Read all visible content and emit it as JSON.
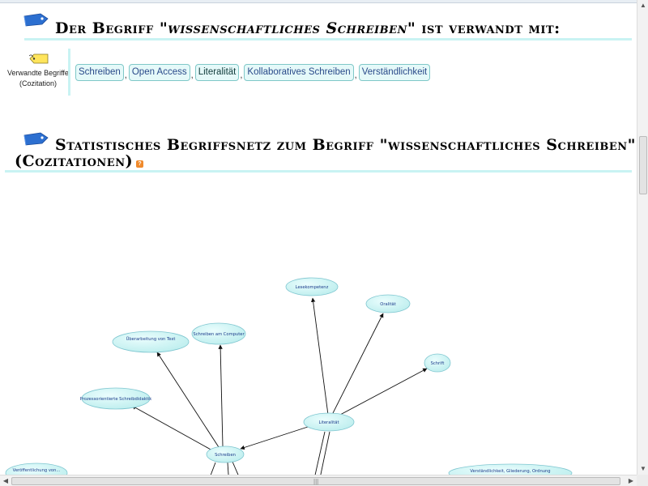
{
  "section1": {
    "heading": {
      "prefix": "Der Begriff ",
      "term": "\"wissenschaftliches Schreiben\"",
      "suffix": " ist verwandt mit:"
    },
    "related_label": "Verwandte Begriffe (Cozitation)",
    "related": [
      {
        "label": "Schreiben"
      },
      {
        "label": "Open Access"
      },
      {
        "label": "Literalität"
      },
      {
        "label": "Kollaboratives Schreiben"
      },
      {
        "label": "Verständlichkeit"
      }
    ],
    "separator": ","
  },
  "section2": {
    "heading_line1": "Statistisches Begriffsnetz zum Begriff \"wissenschaftliches Schreiben\"",
    "heading_line2": "(Cozitationen)",
    "help_icon_glyph": "?"
  },
  "graph": {
    "nodes": [
      {
        "id": "lesekompetenz",
        "label": "Lesekompetenz"
      },
      {
        "id": "oralitaet",
        "label": "Oralität"
      },
      {
        "id": "ueberarbeitung",
        "label": "Überarbeitung von Text"
      },
      {
        "id": "schreiben_am_computer",
        "label": "Schreiben am Computer"
      },
      {
        "id": "schrift",
        "label": "Schrift"
      },
      {
        "id": "prozessorientierte",
        "label": "Prozessorientierte Schreibdidaktik"
      },
      {
        "id": "literalitaet",
        "label": "Literalität"
      },
      {
        "id": "schreiben",
        "label": "Schreiben"
      },
      {
        "id": "veroeffentlichung",
        "label": "Veröffentlichung von..."
      },
      {
        "id": "verstaendlichkeit",
        "label": "Verständlichkeit, Gliederung, Ordnung"
      }
    ]
  },
  "colors": {
    "accent_cyan": "#c9f3f3",
    "chip_border": "#7fc8c8",
    "node_fill": "#ccf4f4",
    "help_orange": "#f08a2c"
  },
  "icons": {
    "heading_tag": "tag-icon",
    "related_tag": "tag-icon",
    "help": "help-icon"
  }
}
